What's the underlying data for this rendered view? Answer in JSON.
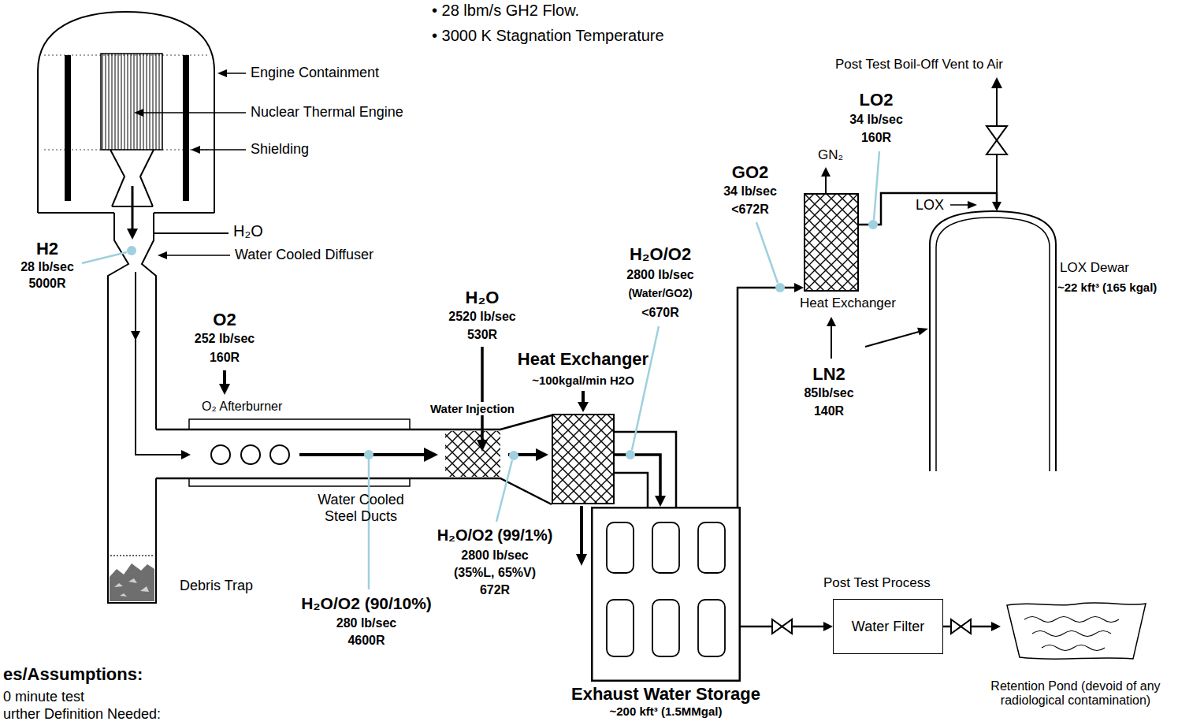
{
  "diagram": {
    "nodes": [
      {
        "text": [
          "Heat Exchanger",
          "~100kgal/min H2O"
        ]
      },
      {
        "text": [
          "Exhaust Water Storage",
          "~200 kft³ (1.5MMgal)"
        ]
      },
      {
        "text": [
          "Heat Exchanger"
        ]
      },
      {
        "text": [
          "LOX Dewar",
          "~22 kft³ (165 kgal)"
        ]
      },
      {
        "text": [
          "Water Filter"
        ]
      },
      {
        "text": [
          "Retention Pond (devoid of any radiological contamination)"
        ]
      }
    ],
    "edges": [
      {
        "from": 0,
        "to": 1,
        "arrow": "to"
      },
      {
        "from": 1,
        "to": 2,
        "arrow": "to"
      },
      {
        "from": 2,
        "to": 3,
        "arrow": "to"
      },
      {
        "from": 1,
        "to": 4,
        "arrow": "to"
      },
      {
        "from": 4,
        "to": 5,
        "arrow": "to"
      }
    ],
    "labels": [
      "• 28 lbm/s GH2 Flow.",
      "• 3000 K Stagnation Temperature",
      "Engine Containment",
      "Nuclear Thermal Engine",
      "Shielding",
      "H2",
      "28 lb/sec",
      "5000R",
      "H₂O",
      "Water Cooled Diffuser",
      "O2",
      "252 lb/sec",
      "160R",
      "O₂ Afterburner",
      "Water Injection",
      "H₂O",
      "2520 lb/sec",
      "530R",
      "H₂O/O2",
      "2800 lb/sec",
      "(Water/GO2)",
      "<670R",
      "GO2",
      "34 lb/sec",
      "<672R",
      "GN₂",
      "LO2",
      "34 lb/sec",
      "160R",
      "Post Test Boil-Off Vent to Air",
      "LOX",
      "LN2",
      "85lb/sec",
      "140R",
      "Water Cooled Steel Ducts",
      "Debris Trap",
      "H₂O/O2 (90/10%)",
      "280 lb/sec",
      "4600R",
      "H₂O/O2 (99/1%)",
      "2800 lb/sec",
      "(35%L, 65%V)",
      "672R",
      "Post Test Process",
      "es/Assumptions:",
      "0 minute test",
      "urther Definition Needed:"
    ]
  }
}
